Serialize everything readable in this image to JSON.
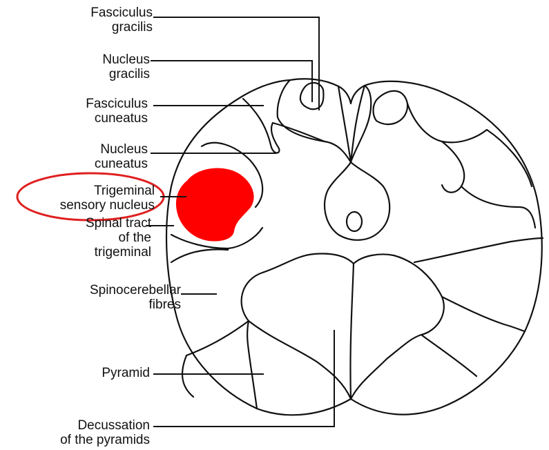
{
  "labels": {
    "fasciculus_gracilis": [
      "Fasciculus",
      "gracilis"
    ],
    "nucleus_gracilis": [
      "Nucleus",
      "gracilis"
    ],
    "fasciculus_cuneatus": [
      "Fasciculus",
      "cuneatus"
    ],
    "nucleus_cuneatus": [
      "Nucleus",
      "cuneatus"
    ],
    "trigeminal_sensory_nucleus": [
      "Trigeminal",
      "sensory nucleus"
    ],
    "spinal_tract": [
      "Spinal tract",
      "of the",
      "trigeminal"
    ],
    "spinocerebellar": [
      "Spinocerebellar",
      "fibres"
    ],
    "pyramid": [
      "Pyramid"
    ],
    "decussation": [
      "Decussation",
      "of the pyramids"
    ]
  },
  "colors": {
    "highlight_fill": "#ff0000",
    "highlight_ring": "#e02020",
    "outline": "#111111"
  }
}
